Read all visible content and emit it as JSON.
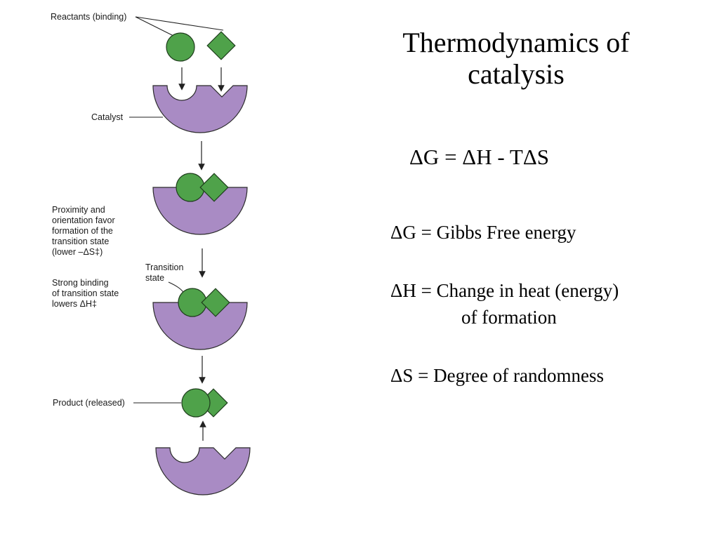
{
  "diagram": {
    "colors": {
      "catalyst": "#a98bc4",
      "catalyst_outline": "#2b2b2b",
      "reactant": "#4fa24a",
      "reactant_outline": "#1e3d1c"
    },
    "labels": {
      "reactants": "Reactants (binding)",
      "catalyst": "Catalyst",
      "proximity": [
        "Proximity and",
        "orientation favor",
        "formation of the",
        "transition state",
        "(lower –ΔS‡)"
      ],
      "strong_binding": [
        "Strong binding",
        "of transition state",
        "lowers ΔH‡"
      ],
      "transition_state": [
        "Transition",
        "state"
      ],
      "product": "Product (released)"
    }
  },
  "slide": {
    "title_line1": "Thermodynamics of",
    "title_line2": "catalysis",
    "equation": "ΔG = ΔH - TΔS",
    "definitions": {
      "g": "ΔG = Gibbs Free energy",
      "h_line1": "ΔH = Change in heat (energy)",
      "h_line2": "of formation",
      "s": "ΔS = Degree of randomness"
    }
  }
}
